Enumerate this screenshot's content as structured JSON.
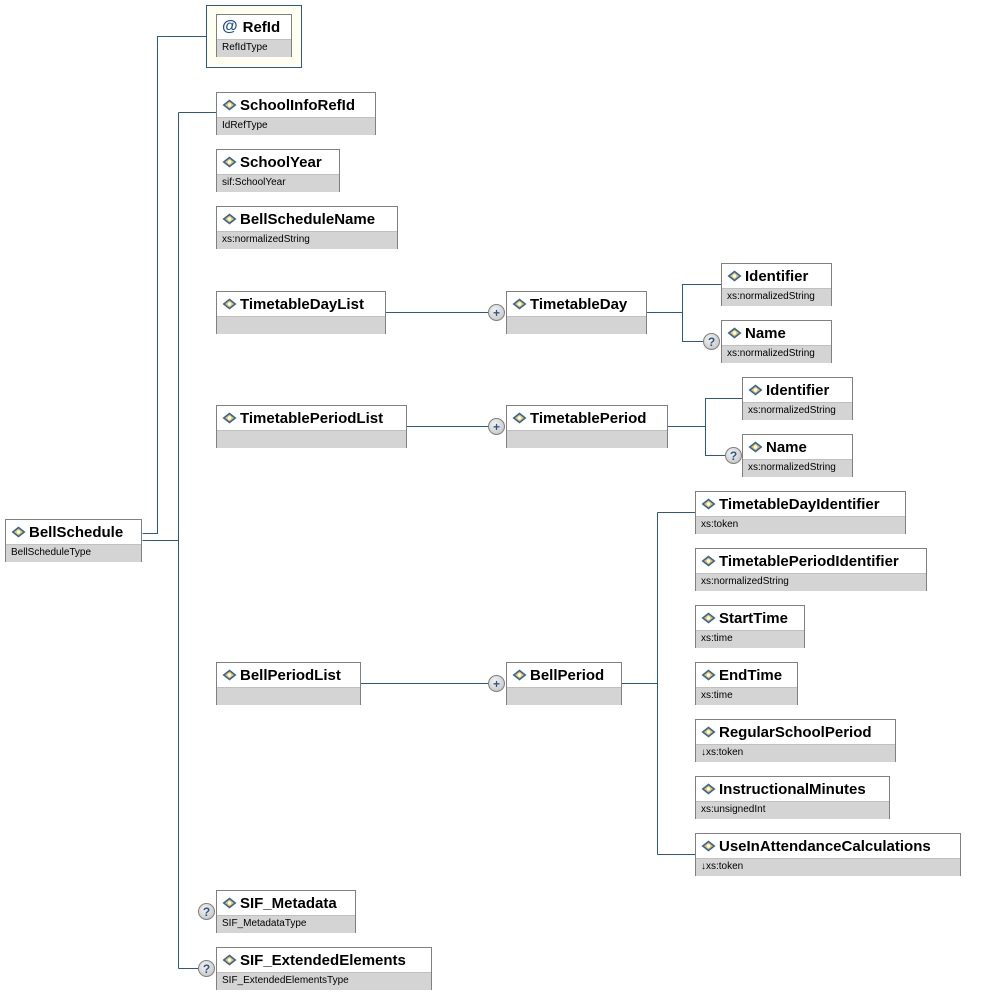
{
  "diagram": {
    "root": {
      "name": "BellSchedule",
      "type": "BellScheduleType"
    },
    "attribute": {
      "name": "RefId",
      "type": "RefIdType",
      "icon": "at-sign-icon"
    },
    "children": [
      {
        "name": "SchoolInfoRefId",
        "type": "IdRefType"
      },
      {
        "name": "SchoolYear",
        "type": "sif:SchoolYear"
      },
      {
        "name": "BellScheduleName",
        "type": "xs:normalizedString"
      },
      {
        "name": "TimetableDayList",
        "type": ""
      },
      {
        "name": "TimetablePeriodList",
        "type": ""
      },
      {
        "name": "BellPeriodList",
        "type": ""
      },
      {
        "name": "SIF_Metadata",
        "type": "SIF_MetadataType",
        "optional": true
      },
      {
        "name": "SIF_ExtendedElements",
        "type": "SIF_ExtendedElementsType",
        "optional": true
      }
    ],
    "timetableDay": {
      "name": "TimetableDay",
      "type": "",
      "repeat": "+",
      "children": [
        {
          "name": "Identifier",
          "type": "xs:normalizedString"
        },
        {
          "name": "Name",
          "type": "xs:normalizedString",
          "optional": true
        }
      ]
    },
    "timetablePeriod": {
      "name": "TimetablePeriod",
      "type": "",
      "repeat": "+",
      "children": [
        {
          "name": "Identifier",
          "type": "xs:normalizedString"
        },
        {
          "name": "Name",
          "type": "xs:normalizedString",
          "optional": true
        }
      ]
    },
    "bellPeriod": {
      "name": "BellPeriod",
      "type": "",
      "repeat": "+",
      "children": [
        {
          "name": "TimetableDayIdentifier",
          "type": "xs:token"
        },
        {
          "name": "TimetablePeriodIdentifier",
          "type": "xs:normalizedString"
        },
        {
          "name": "StartTime",
          "type": "xs:time"
        },
        {
          "name": "EndTime",
          "type": "xs:time"
        },
        {
          "name": "RegularSchoolPeriod",
          "type": "↓xs:token"
        },
        {
          "name": "InstructionalMinutes",
          "type": "xs:unsignedInt"
        },
        {
          "name": "UseInAttendanceCalculations",
          "type": "↓xs:token"
        }
      ]
    },
    "badges": {
      "optional": "?",
      "repeat": "+"
    },
    "colors": {
      "connector": "#2b5a8a",
      "typeBand": "#d4d4d4",
      "attrBg": "#fffff0",
      "border": "#808080"
    }
  }
}
